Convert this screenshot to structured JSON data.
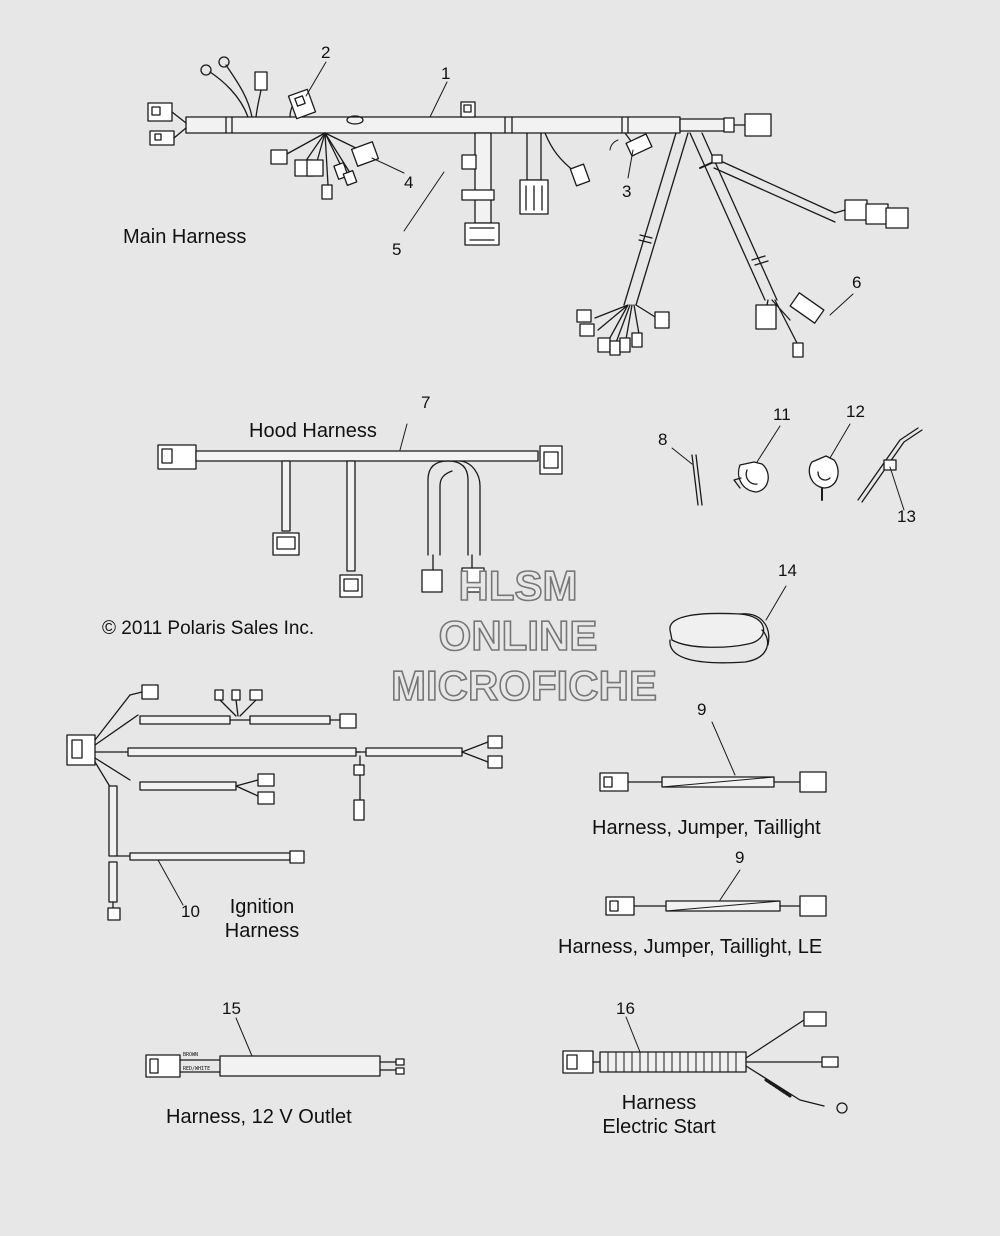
{
  "harness_labels": {
    "main": "Main Harness",
    "hood": "Hood Harness",
    "ignition_line1": "Ignition",
    "ignition_line2": "Harness",
    "taillight": "Harness, Jumper, Taillight",
    "taillight_le": "Harness, Jumper, Taillight, LE",
    "outlet": "Harness, 12 V Outlet",
    "estart_line1": "Harness",
    "estart_line2": "Electric Start"
  },
  "callouts": [
    "1",
    "2",
    "3",
    "4",
    "5",
    "6",
    "7",
    "8",
    "9",
    "9",
    "10",
    "11",
    "12",
    "13",
    "14",
    "15",
    "16"
  ],
  "copyright": "© 2011 Polaris Sales Inc.",
  "watermark": {
    "line1": "HLSM",
    "line2": "ONLINE",
    "line3": "MICROFICHE"
  },
  "wire_tags": {
    "brown": "BROWN",
    "red_white": "RED/WHITE"
  }
}
